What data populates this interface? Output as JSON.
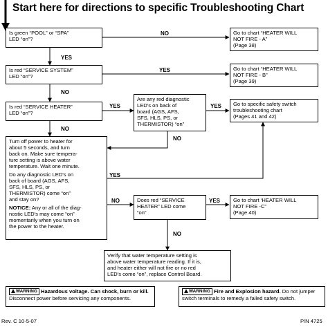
{
  "title": "Start here for directions to specific Troubleshooting Chart",
  "boxes": {
    "pool_spa": "Is green “POOL” or “SPA”\nLED “on”?",
    "service_system": "Is red “SERVICE SYSTEM”\nLED “on”?",
    "service_heater": "Is red “SERVICE HEATER”\nLED “on”?",
    "diag_leds": "Are any red diagnostic\nLED's on back of\nboard (AGS, AFS,\nSFS, HLS, PS, or\nTHERMISTOR) “on”",
    "chart_a": "Go to chart “HEATER WILL\nNOT FIRE - A”\n(Page 38)",
    "chart_b": "Go to chart “HEATER WILL\nNOT FIRE - B”\n(Page 39)",
    "safety_switch": "Go to specific safety switch\ntroubleshooting chart\n(Pages 41 and 42)",
    "turn_off": "Turn off power to heater for\nabout 5 seconds, and turn\nback on. Make sure tempera-\nture setting is above water\ntemperature. Wait one minute.",
    "diag_question": "Do any diagnostic LED's on\nback of board (AGS, AFS,\nSFS, HLS, PS, or\nTHERMISTOR) come “on”\nand stay on?",
    "notice_label": "NOTICE:",
    "notice_text": " Any or all of the diag-\nnostic LED's may come “on”\nmomentarily when you turn on\nthe power to the heater.",
    "service_heater_on": "Does red “SERVICE\nHEATER” LED come\n“on”",
    "chart_c": "Go to chart ‘HEATER WILL\nNOT FIRE -C”\n(Page 40)",
    "verify": "Verify that water temperature setting is\nabove water temperature reading. If it is,\nand heater either will not fire or no red\nLED's come “on”, replace Control Board."
  },
  "labels": {
    "yes": "YES",
    "no": "NO"
  },
  "warnings": [
    {
      "badge": "WARNING",
      "headline": "Hazardous voltage. Can shock, burn or kill.",
      "body": "Disconnect power before servicing any components."
    },
    {
      "badge": "WARNING",
      "headline": "Fire and Explosion hazard.",
      "tail": " Do not jumper",
      "body": "switch terminals to remedy a failed safety switch."
    }
  ],
  "footer": {
    "rev": "Rev. C  10-5-07",
    "pn": "P/N  4725"
  }
}
